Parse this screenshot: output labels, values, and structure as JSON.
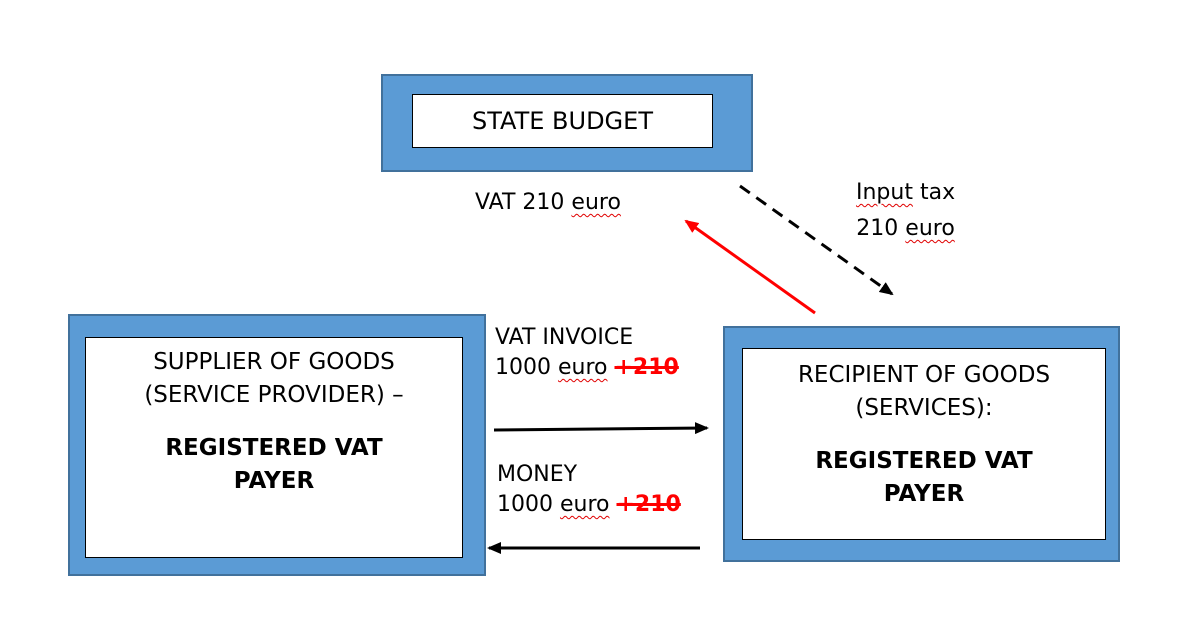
{
  "state_budget": {
    "title": "STATE BUDGET"
  },
  "supplier": {
    "line1": "SUPPLIER OF GOODS",
    "line2": "(SERVICE PROVIDER) –",
    "bold1": "REGISTERED VAT",
    "bold2": "PAYER"
  },
  "recipient": {
    "line1": "RECIPIENT OF GOODS",
    "line2": "(SERVICES):",
    "bold1": "REGISTERED VAT",
    "bold2": "PAYER"
  },
  "vat_label": {
    "prefix": "VAT 210 ",
    "word": "euro"
  },
  "input_tax": {
    "word1": "Input",
    "rest1": " tax",
    "num": "210 ",
    "word2": "euro"
  },
  "invoice": {
    "title": "VAT INVOICE",
    "amount": "1000 ",
    "unit": "euro",
    "strike": "+210"
  },
  "money": {
    "title": "MONEY",
    "amount": "1000 ",
    "unit": "euro",
    "strike": "+210"
  },
  "colors": {
    "box": "#5b9bd5",
    "border": "#41719c",
    "red": "#ff0000"
  }
}
